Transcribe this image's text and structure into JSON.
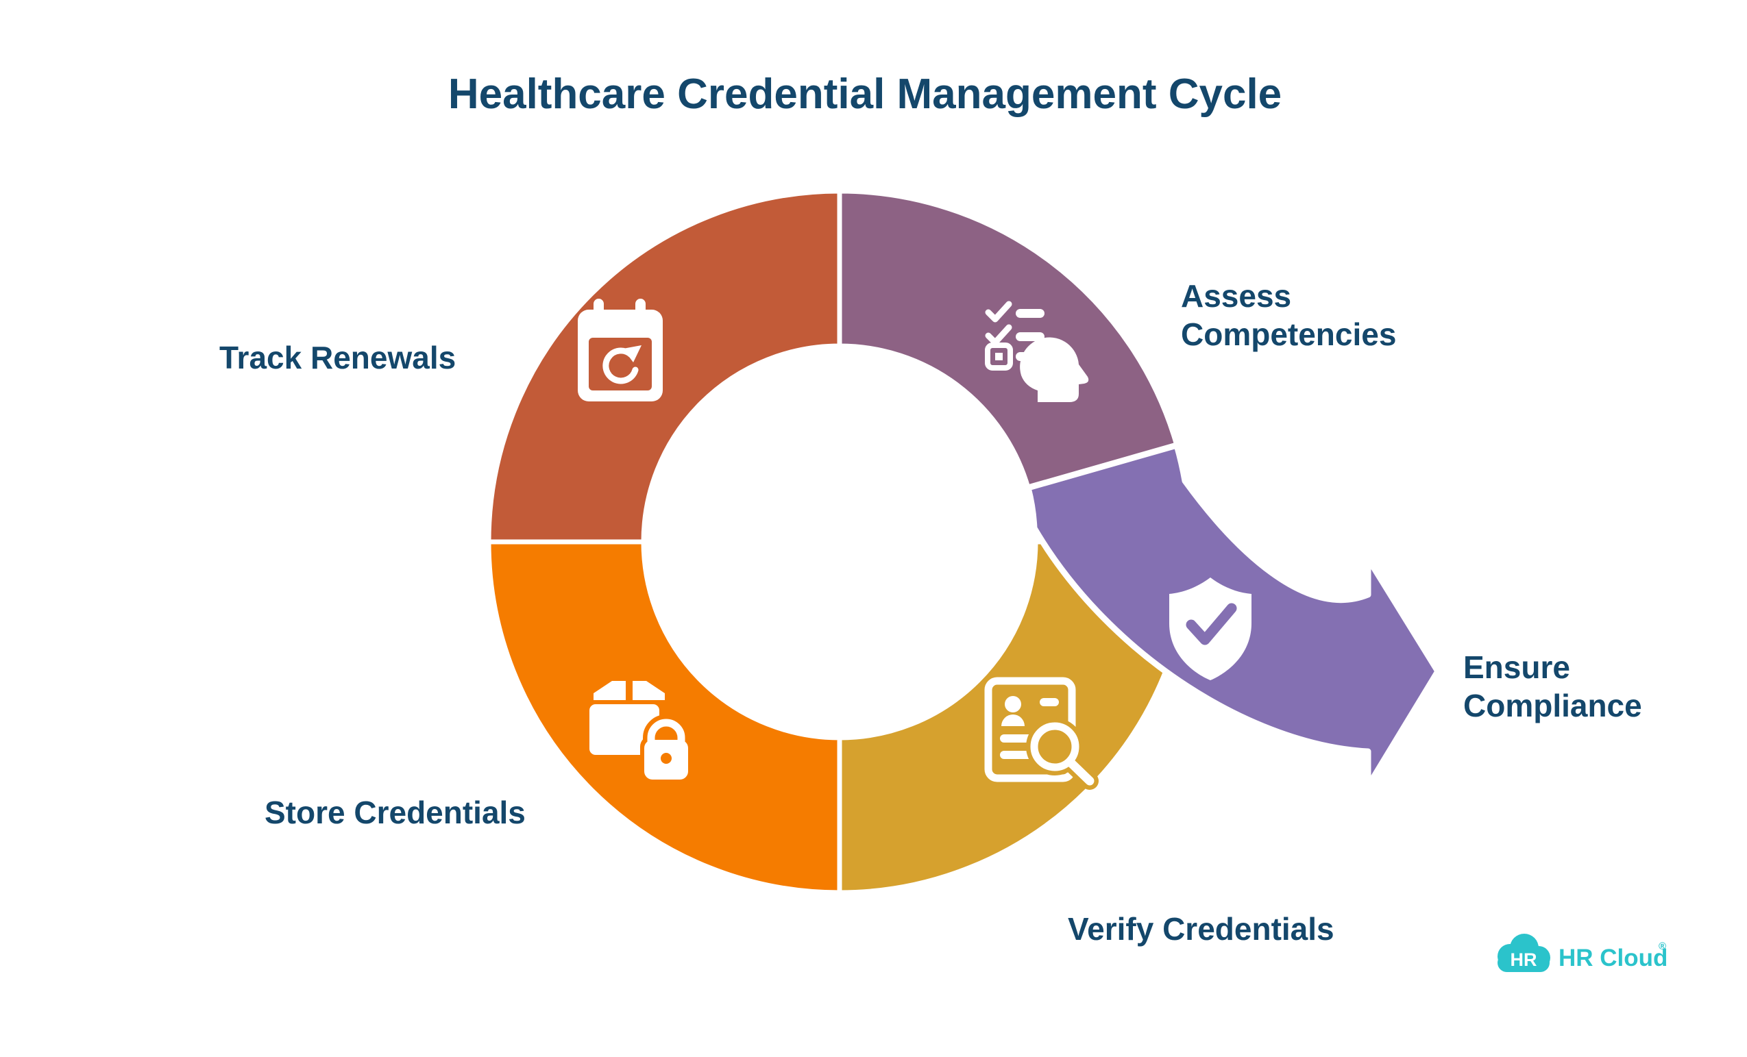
{
  "title": "Healthcare Credential Management Cycle",
  "colors": {
    "title_text": "#14476B",
    "label_text": "#14476B",
    "track_renewals": "#C25B38",
    "assess_competencies": "#8D6284",
    "verify_credentials": "#D6A12E",
    "store_credentials": "#F57C00",
    "ensure_compliance_arrow": "#8470B2",
    "icon_white": "#FFFFFF",
    "logo_teal": "#2BC3CB",
    "logo_badge_text": "#FFFFFF"
  },
  "cycle": {
    "steps": [
      {
        "label": "Track Renewals",
        "icon": "calendar-sync-icon",
        "position": "top-left"
      },
      {
        "label_line1": "Assess",
        "label_line2": "Competencies",
        "icon": "head-checklist-icon",
        "position": "top-right"
      },
      {
        "label": "Verify Credentials",
        "icon": "document-search-icon",
        "position": "bottom-right"
      },
      {
        "label": "Store Credentials",
        "icon": "box-lock-icon",
        "position": "bottom-left"
      }
    ],
    "outcome": {
      "label_line1": "Ensure",
      "label_line2": "Compliance",
      "icon": "shield-check-icon"
    }
  },
  "logo": {
    "badge": "HR",
    "name": "HR Cloud",
    "registered": "®"
  }
}
